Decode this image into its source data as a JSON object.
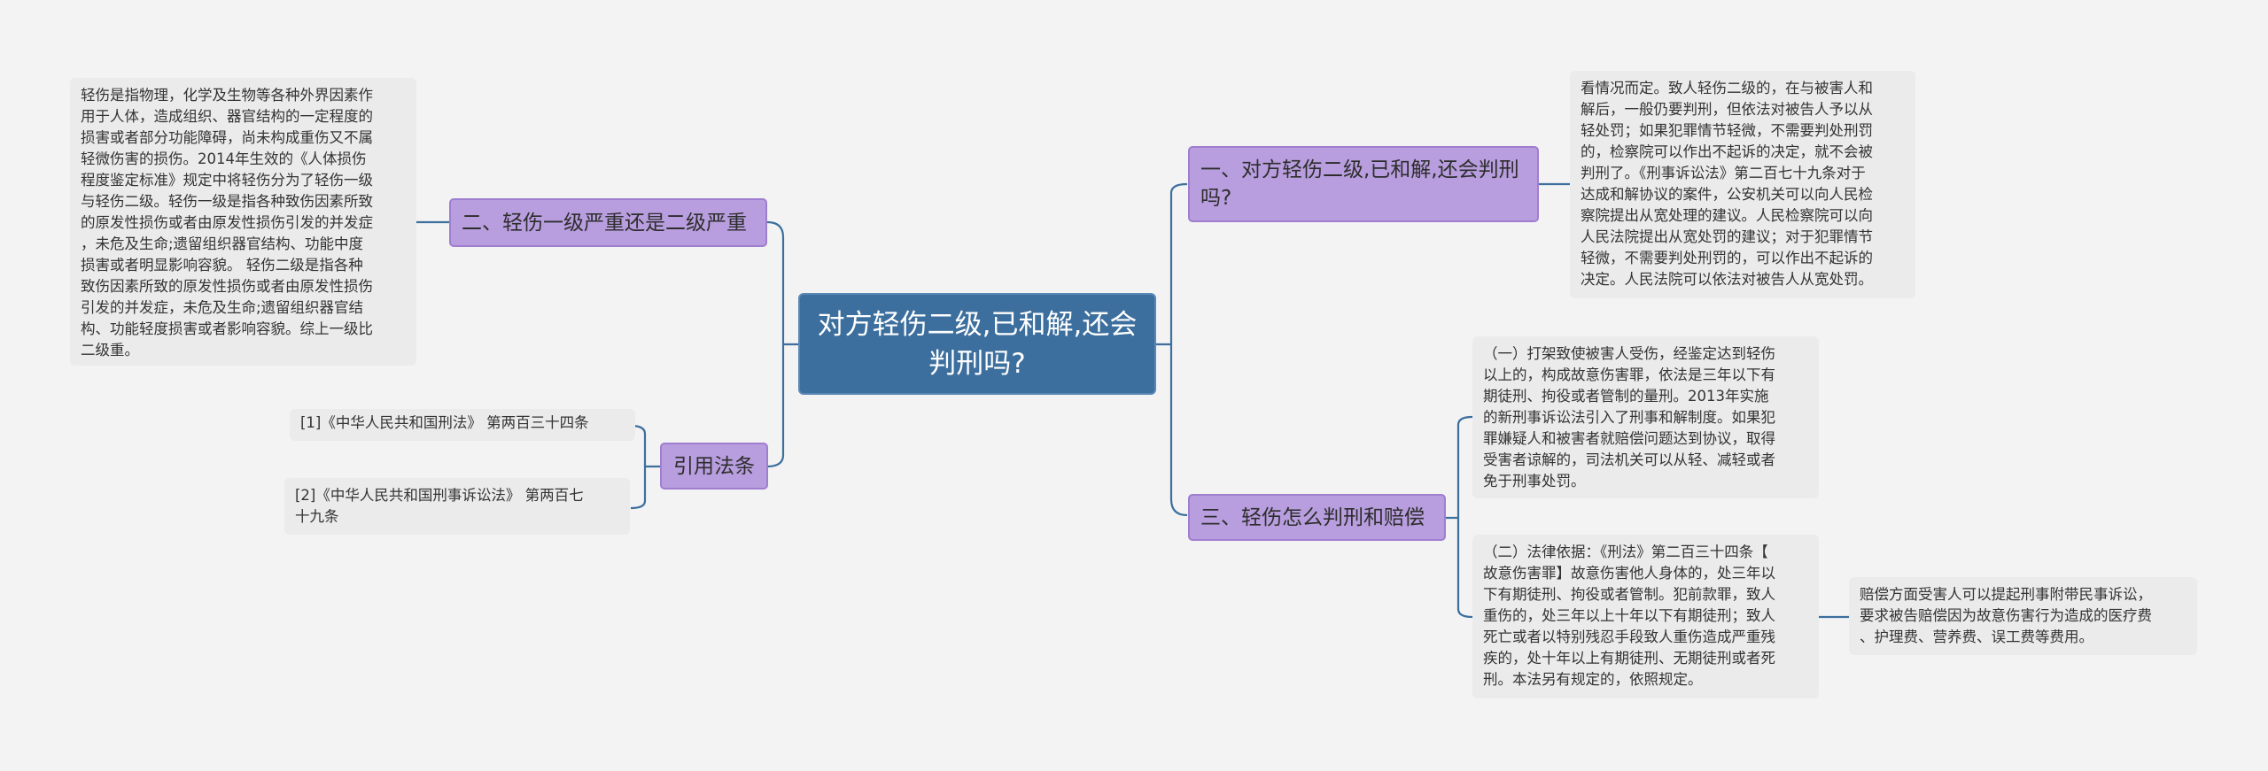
{
  "root": {
    "title": "对方轻伤二级,已和解,还会判刑吗?"
  },
  "branches": {
    "b1": {
      "label": "一、对方轻伤二级,已和解,还会判刑吗?"
    },
    "b2": {
      "label": "二、轻伤一级严重还是二级严重"
    },
    "b3": {
      "label": "引用法条"
    },
    "b4": {
      "label": "三、轻伤怎么判刑和赔偿"
    }
  },
  "leaves": {
    "left_desc": "轻伤是指物理，化学及生物等各种外界因素作\n用于人体，造成组织、器官结构的一定程度的\n损害或者部分功能障碍，尚未构成重伤又不属\n轻微伤害的损伤。2014年生效的《人体损伤\n程度鉴定标准》规定中将轻伤分为了轻伤一级\n与轻伤二级。轻伤一级是指各种致伤因素所致\n的原发性损伤或者由原发性损伤引发的并发症\n，未危及生命;遗留组织器官结构、功能中度\n损害或者明显影响容貌。 轻伤二级是指各种\n致伤因素所致的原发性损伤或者由原发性损伤\n引发的并发症，未危及生命;遗留组织器官结\n构、功能轻度损害或者影响容貌。综上一级比\n二级重。",
    "ref1": "[1]《中华人民共和国刑法》 第两百三十四条",
    "ref2": "[2]《中华人民共和国刑事诉讼法》 第两百七\n十九条",
    "right_top": "看情况而定。致人轻伤二级的，在与被害人和\n解后，一般仍要判刑，但依法对被告人予以从\n轻处罚；如果犯罪情节轻微，不需要判处刑罚\n的，检察院可以作出不起诉的决定，就不会被\n判刑了。《刑事诉讼法》第二百七十九条对于\n达成和解协议的案件，公安机关可以向人民检\n察院提出从宽处理的建议。人民检察院可以向\n人民法院提出从宽处罚的建议；对于犯罪情节\n轻微，不需要判处刑罚的，可以作出不起诉的\n决定。人民法院可以依法对被告人从宽处罚。",
    "right_mid1": "（一）打架致使被害人受伤，经鉴定达到轻伤\n以上的，构成故意伤害罪，依法是三年以下有\n期徒刑、拘役或者管制的量刑。2013年实施\n的新刑事诉讼法引入了刑事和解制度。如果犯\n罪嫌疑人和被害者就赔偿问题达到协议，取得\n受害者谅解的，司法机关可以从轻、减轻或者\n免于刑事处罚。",
    "right_mid2": "（二）法律依据：《刑法》第二百三十四条【\n故意伤害罪】故意伤害他人身体的，处三年以\n下有期徒刑、拘役或者管制。犯前款罪，致人\n重伤的，处三年以上十年以下有期徒刑；致人\n死亡或者以特别残忍手段致人重伤造成严重残\n疾的，处十年以上有期徒刑、无期徒刑或者死\n刑。本法另有规定的，依照规定。",
    "far_right": "赔偿方面受害人可以提起刑事附带民事诉讼，\n要求被告赔偿因为故意伤害行为造成的医疗费\n、护理费、营养费、误工费等费用。"
  },
  "colors": {
    "background": "#f3f3f3",
    "root_fill": "#3d6f9e",
    "branch_fill": "#b89ede",
    "leaf_fill": "#ebebeb",
    "connector": "#3d6f9e"
  }
}
